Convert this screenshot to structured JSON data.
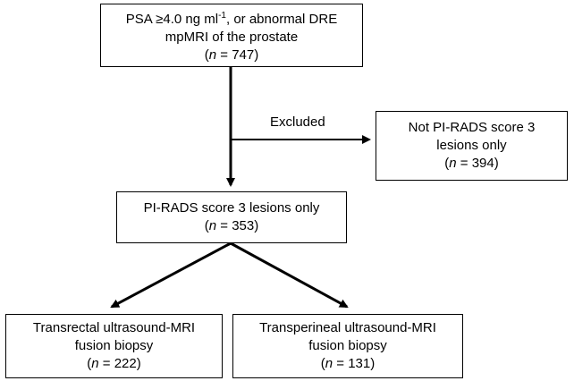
{
  "flow": {
    "top": {
      "line1": "PSA ≥4.0 ng ml",
      "line1_sup": "-1",
      "line1_tail": ", or abnormal DRE",
      "line2": "mpMRI of the prostate",
      "n_symbol": "n",
      "n_rest": " = 747"
    },
    "excluded_label": "Excluded",
    "excluded_box": {
      "line1": "Not PI-RADS score 3",
      "line2": "lesions only",
      "n_open": "(",
      "n_rest": " = 394)"
    },
    "middle": {
      "line1": "PI-RADS score 3 lesions only",
      "n_rest": " = 353)"
    },
    "left_box": {
      "line1": "Transrectal ultrasound-MRI",
      "line2": "fusion biopsy",
      "n_rest": " = 222)"
    },
    "right_box": {
      "line1": "Transperineal ultrasound-MRI",
      "line2": "fusion biopsy",
      "n_rest": " = 131)"
    }
  }
}
